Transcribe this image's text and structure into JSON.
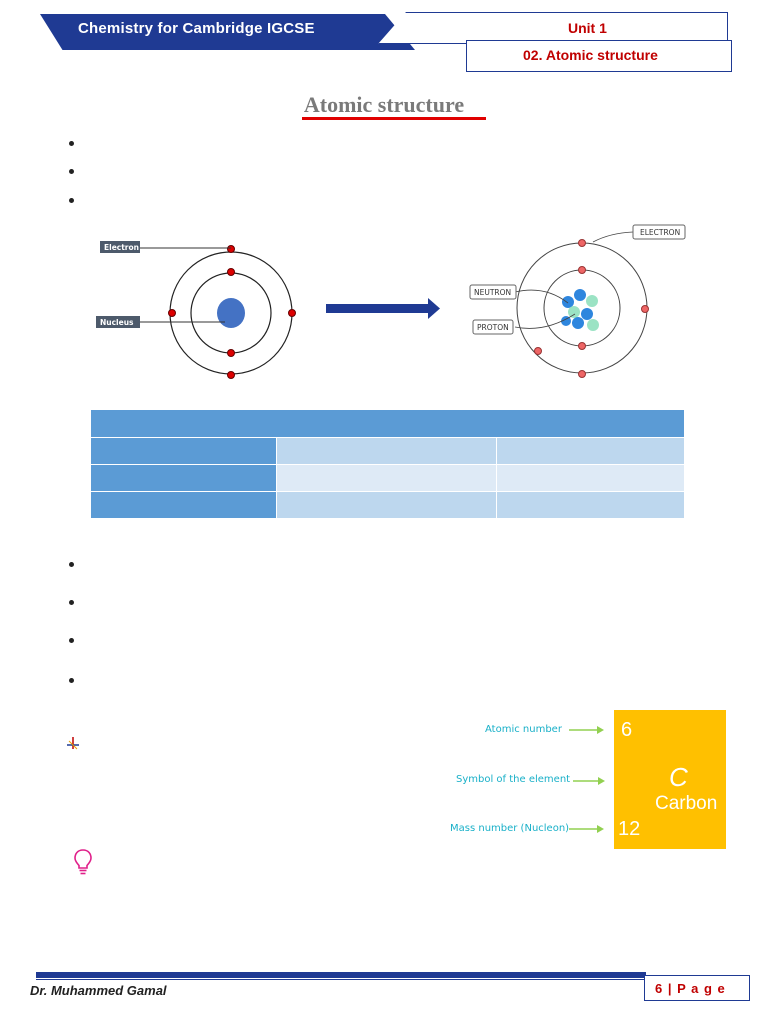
{
  "header": {
    "course_title": "Chemistry for Cambridge IGCSE",
    "unit": "Unit 1",
    "topic": "02. Atomic structure"
  },
  "page_title": "Atomic structure",
  "diagram_left": {
    "electron_label": "Electron",
    "nucleus_label": "Nucleus"
  },
  "diagram_right": {
    "electron_label": "ELECTRON",
    "neutron_label": "NEUTRON",
    "proton_label": "PROTON"
  },
  "element_tile": {
    "atomic_number_label": "Atomic number",
    "symbol_label": "Symbol of the element",
    "mass_number_label": "Mass number (Nucleon)",
    "atomic_number": "6",
    "symbol": "C",
    "name": "Carbon",
    "mass_number": "12"
  },
  "colors": {
    "header_blue": "#1f3a93",
    "accent_red": "#c00000",
    "table_head": "#5b9bd5",
    "tile_orange": "#ffc000",
    "label_cyan": "#19b0c8",
    "arrow_green": "#92d050"
  },
  "icons": [
    "sparkle-icon",
    "lightbulb-icon"
  ],
  "footer": {
    "author": "Dr. Muhammed Gamal",
    "page": "6 | P a g e"
  }
}
